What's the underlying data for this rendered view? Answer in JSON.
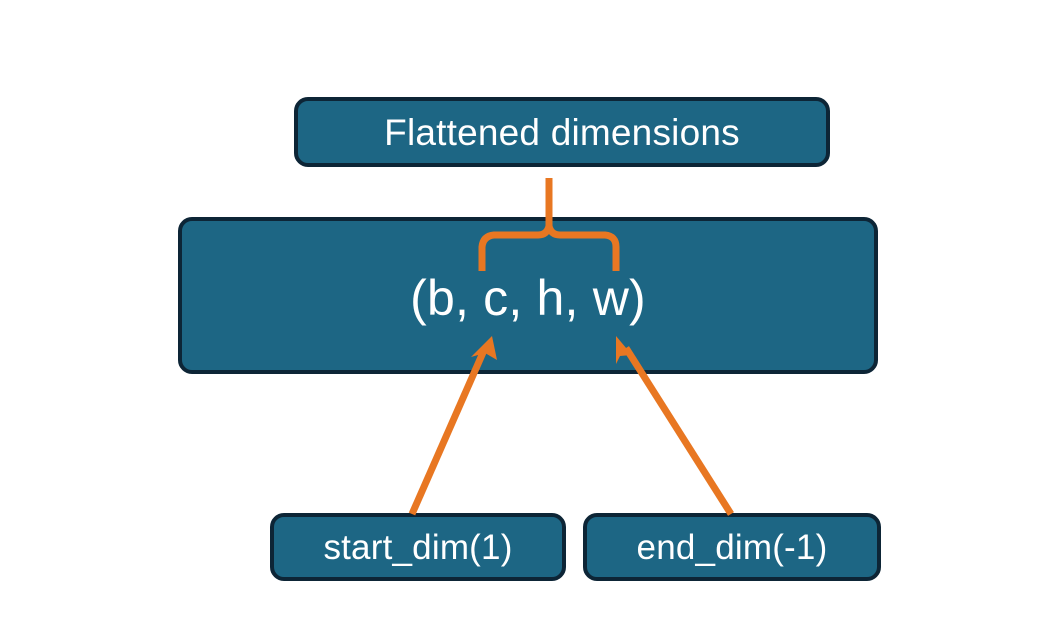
{
  "diagram": {
    "title_text": "Flattened dimensions",
    "shape_text": "(b, c, h, w)",
    "start_dim_text": "start_dim(1)",
    "end_dim_text": "end_dim(-1)",
    "colors": {
      "box_fill": "#1d6684",
      "box_border": "#0d2536",
      "box_text": "#ffffff",
      "accent_orange": "#e87722",
      "background": "#ffffff"
    },
    "nodes": [
      {
        "id": "flattened",
        "label": "Flattened dimensions"
      },
      {
        "id": "shape",
        "label": "(b, c, h, w)"
      },
      {
        "id": "start_dim",
        "label": "start_dim(1)"
      },
      {
        "id": "end_dim",
        "label": "end_dim(-1)"
      }
    ],
    "connectors": [
      {
        "id": "brace",
        "kind": "curly-brace",
        "from": "shape-dims-c-h-w",
        "to": "flattened"
      },
      {
        "id": "arrow-start-dim",
        "kind": "arrow",
        "from": "start_dim",
        "to": "shape"
      },
      {
        "id": "arrow-end-dim",
        "kind": "arrow",
        "from": "end_dim",
        "to": "shape"
      }
    ]
  }
}
